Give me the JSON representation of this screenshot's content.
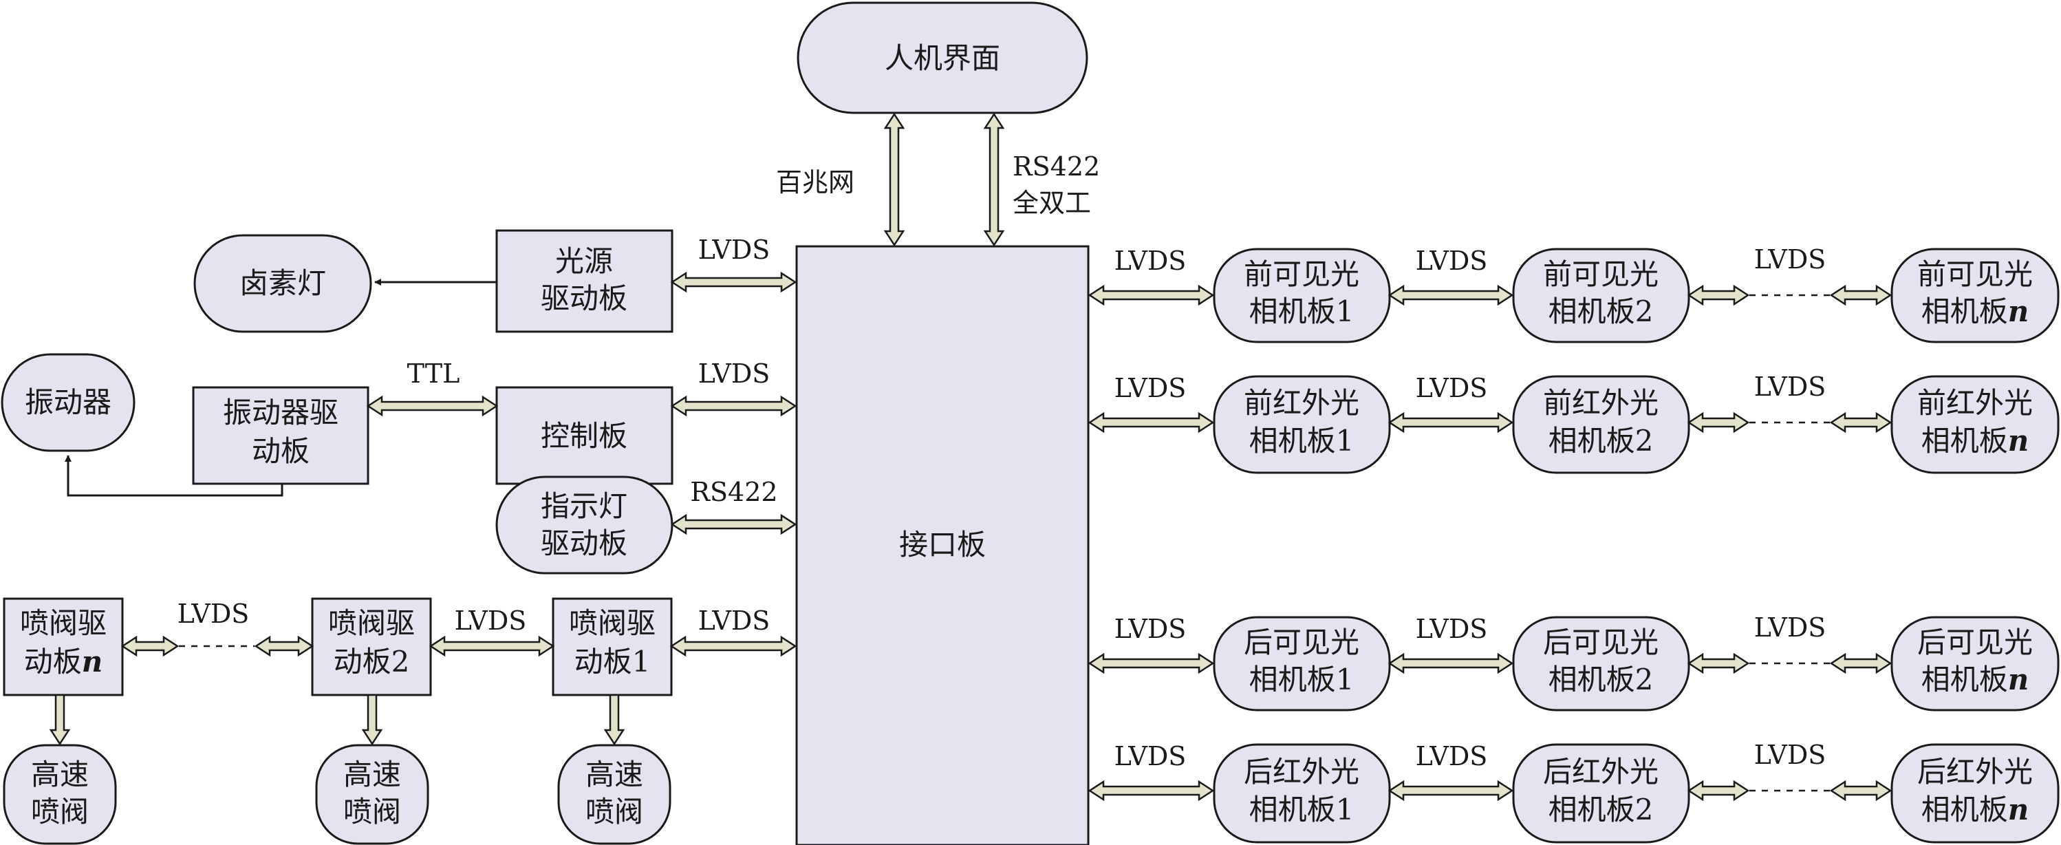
{
  "colors": {
    "box_fill": "#e4e4f0",
    "arrow_fill": "#e3e2cb",
    "stroke": "#1a1a1a"
  },
  "nodes": {
    "hmi": "人机界面",
    "interface_board": "接口板",
    "halogen_lamp": "卤素灯",
    "light_driver": [
      "光源",
      "驱动板"
    ],
    "vibrator": "振动器",
    "vibrator_driver": [
      "振动器驱",
      "动板"
    ],
    "control_board": "控制板",
    "indicator_driver": [
      "指示灯",
      "驱动板"
    ],
    "valve_driver_n": [
      "喷阀驱",
      "动板",
      "n"
    ],
    "valve_driver_2": [
      "喷阀驱",
      "动板2"
    ],
    "valve_driver_1": [
      "喷阀驱",
      "动板1"
    ],
    "high_speed_valve": [
      "高速",
      "喷阀"
    ],
    "camera_rows": [
      [
        [
          "前可见光",
          "相机板1"
        ],
        [
          "前可见光",
          "相机板2"
        ],
        [
          "前可见光",
          "相机板",
          "n"
        ]
      ],
      [
        [
          "前红外光",
          "相机板1"
        ],
        [
          "前红外光",
          "相机板2"
        ],
        [
          "前红外光",
          "相机板",
          "n"
        ]
      ],
      [
        [
          "后可见光",
          "相机板1"
        ],
        [
          "后可见光",
          "相机板2"
        ],
        [
          "后可见光",
          "相机板",
          "n"
        ]
      ],
      [
        [
          "后红外光",
          "相机板1"
        ],
        [
          "后红外光",
          "相机板2"
        ],
        [
          "后红外光",
          "相机板",
          "n"
        ]
      ]
    ]
  },
  "edges": {
    "ethernet": "百兆网",
    "rs422_full": [
      "RS422",
      "全双工"
    ],
    "lvds": "LVDS",
    "ttl": "TTL",
    "rs422": "RS422"
  }
}
